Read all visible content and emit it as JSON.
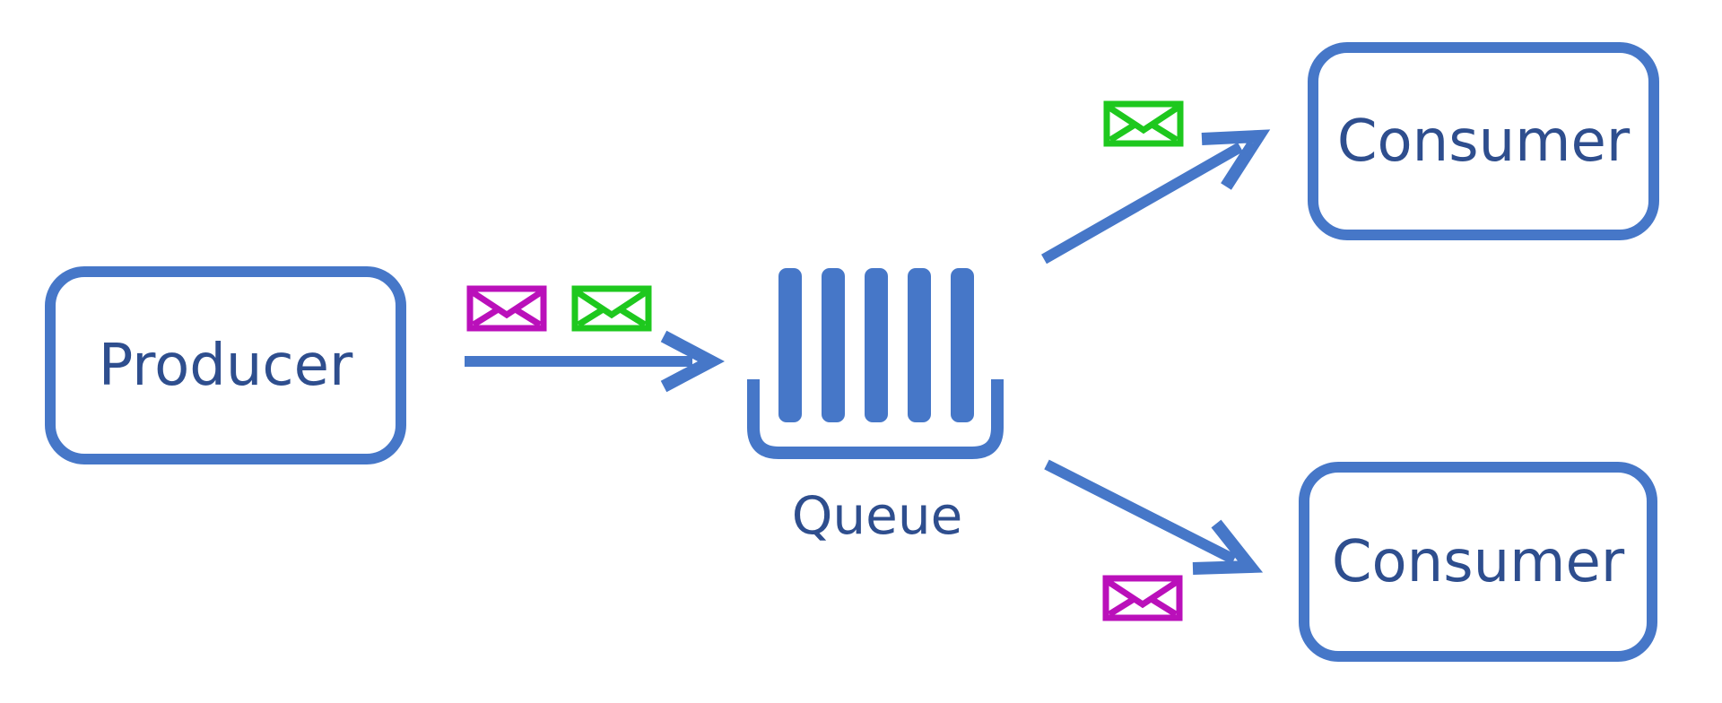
{
  "diagram_type": "message-queue-flow",
  "colors": {
    "blue": "#4677C8",
    "dark_blue": "#2E4E8E",
    "green": "#1EC81E",
    "magenta": "#BA10BA",
    "background": "#FFFFFF"
  },
  "nodes": {
    "producer": {
      "label": "Producer"
    },
    "queue": {
      "label": "Queue"
    },
    "consumer_top": {
      "label": "Consumer"
    },
    "consumer_bottom": {
      "label": "Consumer"
    }
  },
  "edges": [
    {
      "from": "producer",
      "to": "queue"
    },
    {
      "from": "queue",
      "to": "consumer_top"
    },
    {
      "from": "queue",
      "to": "consumer_bottom"
    }
  ],
  "messages": [
    {
      "color": "magenta",
      "location": "producer-to-queue"
    },
    {
      "color": "green",
      "location": "producer-to-queue"
    },
    {
      "color": "green",
      "location": "queue-to-consumer-top"
    },
    {
      "color": "magenta",
      "location": "queue-to-consumer-bottom"
    }
  ],
  "queue_icon": {
    "slot_count": 5
  }
}
